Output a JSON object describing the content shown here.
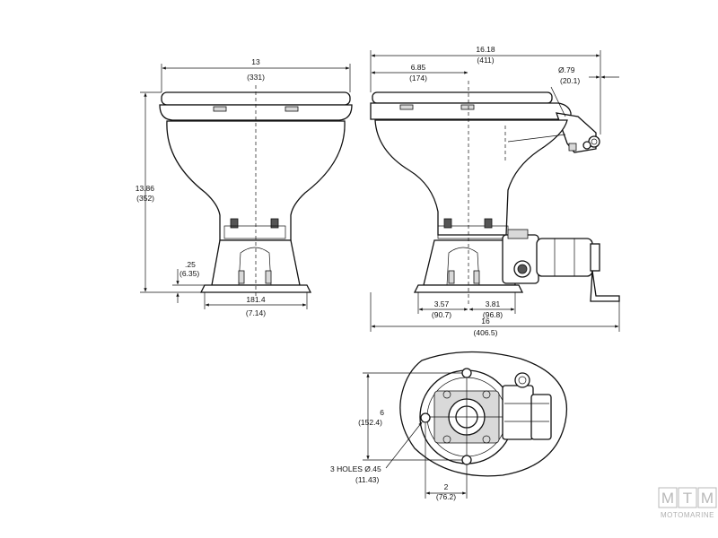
{
  "front_view": {
    "width_in": "13",
    "width_mm": "(331)",
    "height_in": "13.86",
    "height_mm": "(352)",
    "base_offset_in": ".25",
    "base_offset_mm": "(6.35)",
    "base_width_mm": "181.4",
    "base_width_in": "(7.14)"
  },
  "side_view": {
    "overall_width_in": "16.18",
    "overall_width_mm": "(411)",
    "seat_offset_in": "6.85",
    "seat_offset_mm": "(174)",
    "hose_dia_in": "Ø.79",
    "hose_dia_mm": "(20.1)",
    "base_left_in": "3.57",
    "base_left_mm": "(90.7)",
    "base_right_in": "3.81",
    "base_right_mm": "(96.8)",
    "base_length_in": "16",
    "base_length_mm": "(406.5)"
  },
  "bottom_view": {
    "height_in": "6",
    "height_mm": "(152.4)",
    "holes_label": "3 HOLES Ø.45",
    "holes_mm": "(11.43)",
    "hole_spacing_in": "2",
    "hole_spacing_mm": "(76.2)"
  },
  "watermark": {
    "letters": [
      "M",
      "T",
      "M"
    ],
    "word": "MOTOMARINE"
  }
}
